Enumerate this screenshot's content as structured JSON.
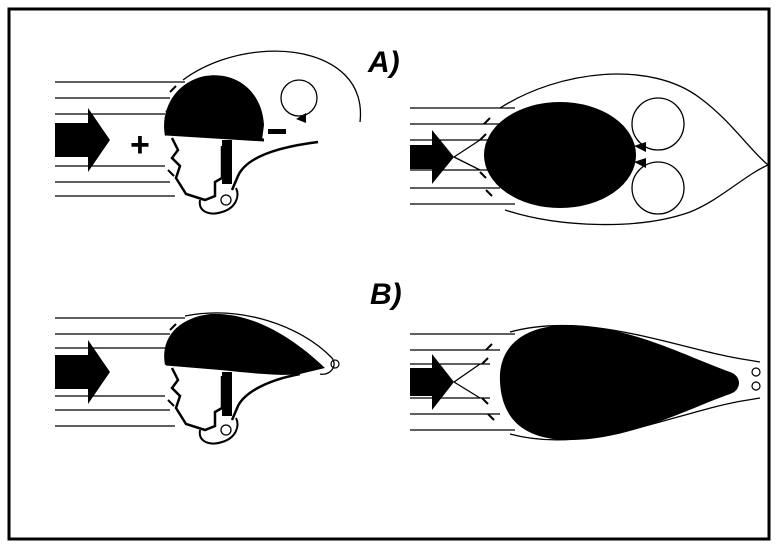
{
  "diagram": {
    "rows": [
      {
        "id": "A",
        "label": "A)",
        "description_free": true
      },
      {
        "id": "B",
        "label": "B)"
      }
    ],
    "symbols": {
      "plus": "+",
      "minus": "−"
    },
    "colors": {
      "ink": "#000000",
      "background": "#ffffff"
    }
  }
}
